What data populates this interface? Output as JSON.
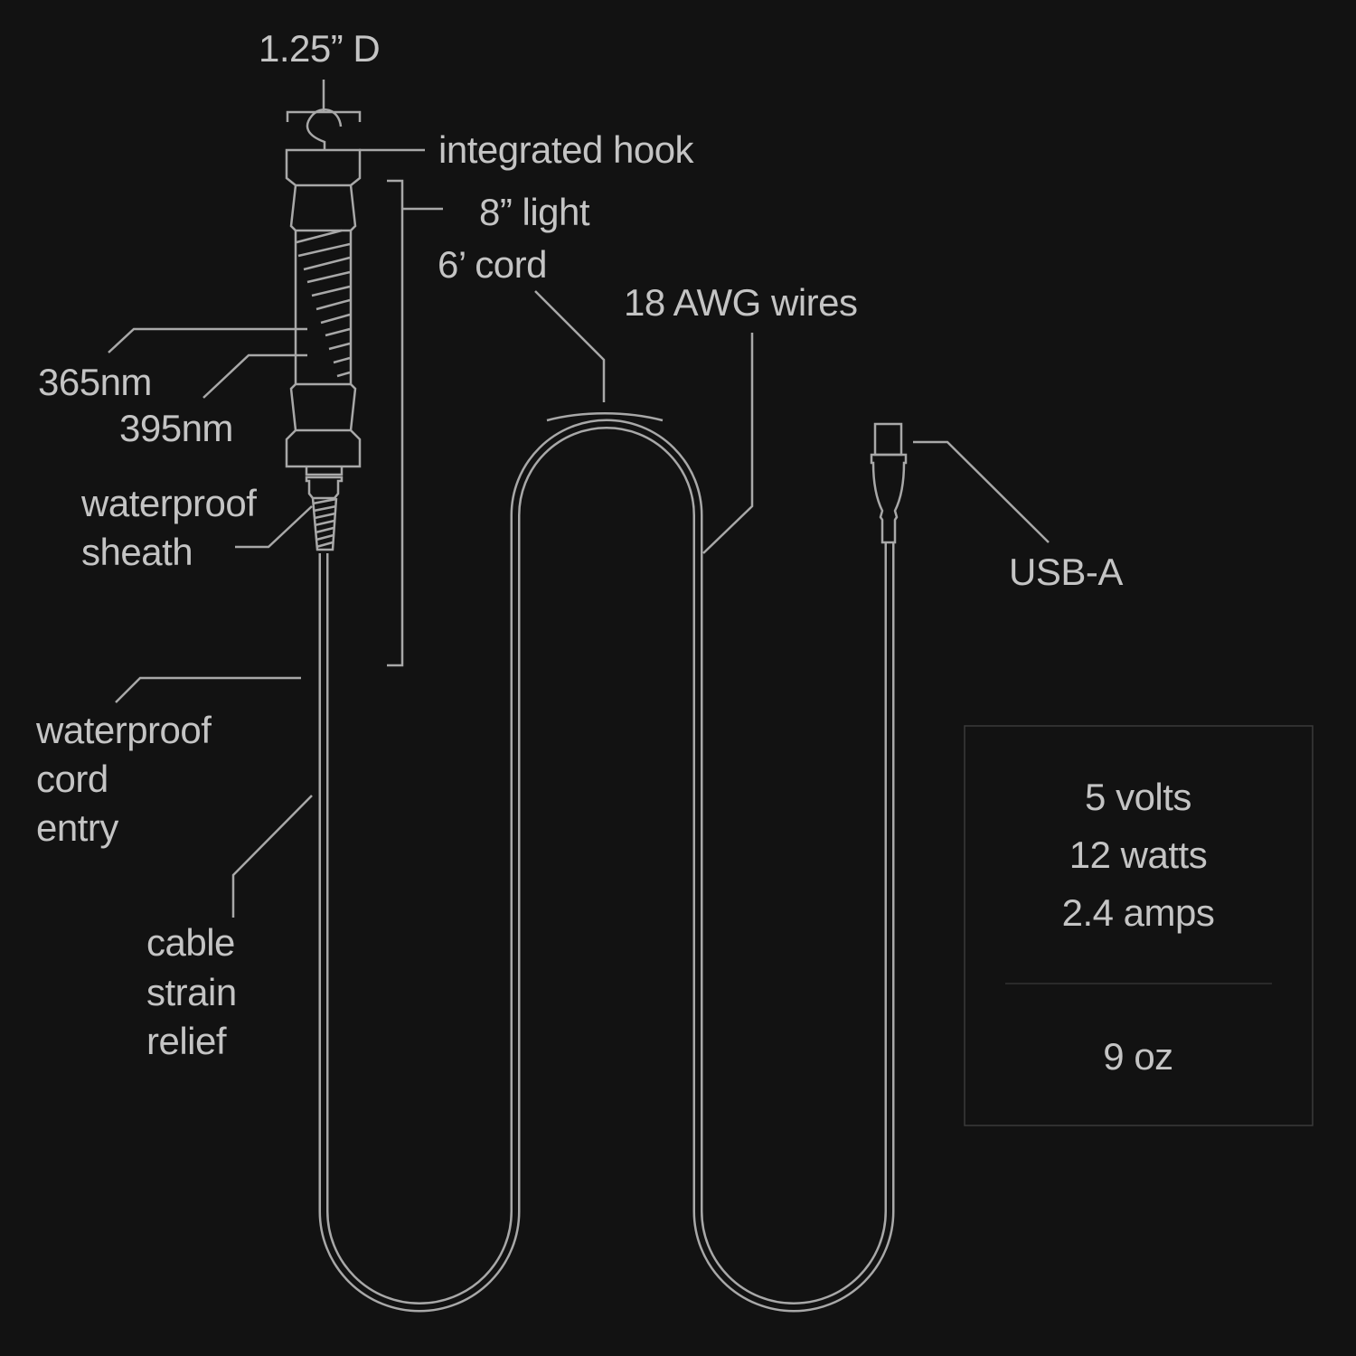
{
  "labels": {
    "diameter": "1.25” D",
    "hook": "integrated hook",
    "light_length": "8” light",
    "cord_length": "6’ cord",
    "wires": "18 AWG wires",
    "nm365": "365nm",
    "nm395": "395nm",
    "sheath": [
      "waterproof",
      "sheath"
    ],
    "usb": "USB-A",
    "cord_entry": [
      "waterproof",
      "cord",
      "entry"
    ],
    "strain_relief": [
      "cable",
      "strain",
      "relief"
    ]
  },
  "specs": {
    "electrical": [
      "5 volts",
      "12 watts",
      "2.4 amps"
    ],
    "weight": "9 oz"
  }
}
